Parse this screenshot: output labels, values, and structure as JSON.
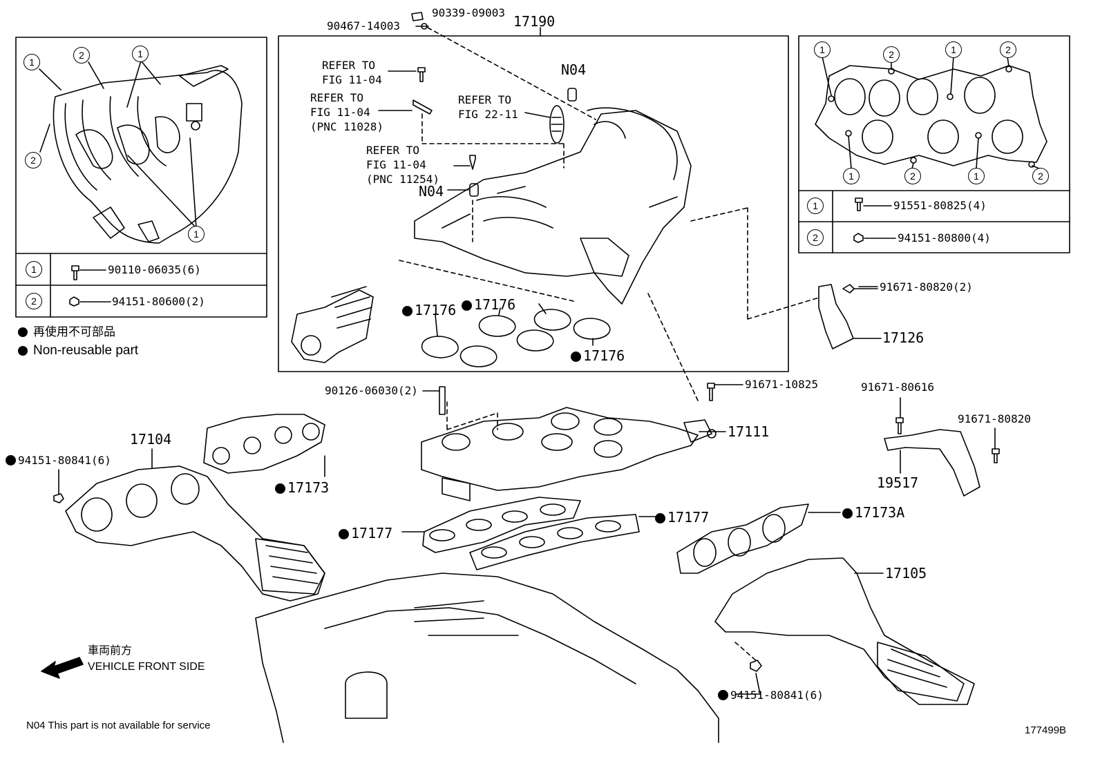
{
  "parts": {
    "p90339": "90339-09003",
    "p90467": "90467-14003",
    "p17190": "17190",
    "n04_top": "N04",
    "n04_mid": "N04",
    "p17176_a": "17176",
    "p17176_b": "17176",
    "p17176_c": "17176",
    "p91671_80820_top": "91671-80820(2)",
    "p17126": "17126",
    "p90126": "90126-06030(2)",
    "p91671_10825": "91671-10825",
    "p17111": "17111",
    "p91671_80616": "91671-80616",
    "p91671_80820_right": "91671-80820",
    "p19517": "19517",
    "p17104": "17104",
    "p94151_80841_left": "94151-80841(6)",
    "p17173": "17173",
    "p17177_left": "17177",
    "p17177_right": "17177",
    "p17173A": "17173A",
    "p17105": "17105",
    "p94151_80841_bottom": "94151-80841(6)"
  },
  "refs": {
    "ref1": "REFER TO\nFIG 11-04",
    "ref2": "REFER TO\nFIG 11-04\n(PNC 11028)",
    "ref3": "REFER TO\nFIG 22-11",
    "ref4": "REFER TO\nFIG 11-04\n(PNC 11254)"
  },
  "left_table": {
    "row1_marker": "1",
    "row1_part": "90110-06035(6)",
    "row2_marker": "2",
    "row2_part": "94151-80600(2)"
  },
  "right_table": {
    "row1_marker": "1",
    "row1_part": "91551-80825(4)",
    "row2_marker": "2",
    "row2_part": "94151-80800(4)"
  },
  "left_callouts": [
    "1",
    "2",
    "1",
    "2",
    "1"
  ],
  "right_callouts": [
    "1",
    "2",
    "1",
    "2",
    "1",
    "2",
    "1",
    "2"
  ],
  "legend": {
    "jp": "再使用不可部品",
    "en": "Non-reusable part"
  },
  "vehicle_front": {
    "jp": "車両前方",
    "en": "VEHICLE FRONT SIDE"
  },
  "footnote": "N04 This part is not available for service",
  "figure_id": "177499B"
}
